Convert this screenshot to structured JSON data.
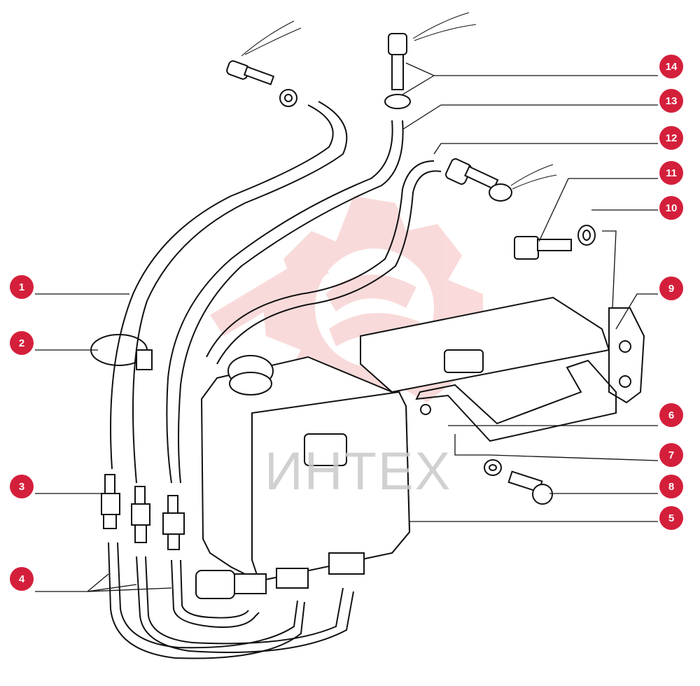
{
  "diagram": {
    "callouts": [
      "1",
      "2",
      "3",
      "4",
      "5",
      "6",
      "7",
      "8",
      "9",
      "10",
      "11",
      "12",
      "13",
      "14"
    ],
    "colors": {
      "callout_fill": "#d41f3b",
      "callout_text": "#ffffff",
      "line": "#111111",
      "watermark": "#f3b9b9",
      "watermark_text": "#c9c9c9"
    },
    "watermark": {
      "brand_text": "ИНТЕХ"
    }
  }
}
